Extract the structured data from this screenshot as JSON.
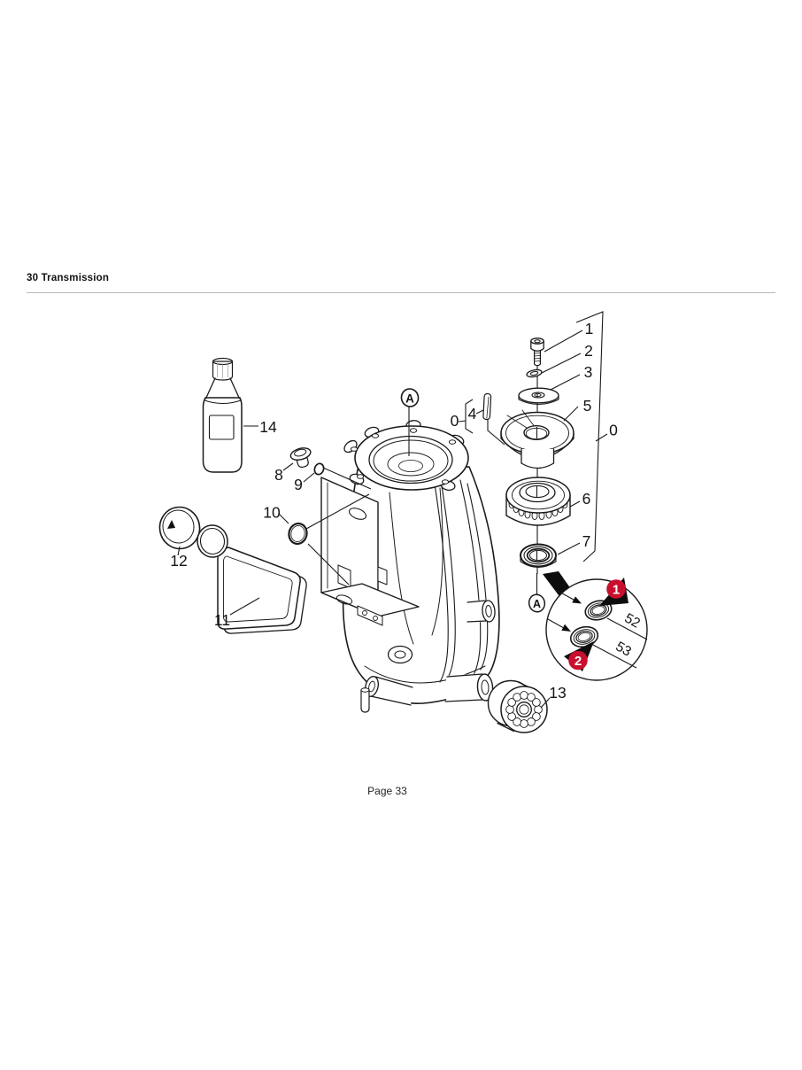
{
  "header": {
    "title": "30 Transmission"
  },
  "footer": {
    "page_label": "Page 33"
  },
  "diagram": {
    "callouts": {
      "c0": "0",
      "c1": "1",
      "c2": "2",
      "c3": "3",
      "c4": "4",
      "c5": "5",
      "c6": "6",
      "c7": "7",
      "c8": "8",
      "c9": "9",
      "c10": "10",
      "c11": "11",
      "c12": "12",
      "c13": "13",
      "c14": "14",
      "key_zero": "0"
    },
    "views": {
      "a_top": "A",
      "a_bottom": "A"
    },
    "detail": {
      "badge1": "1",
      "badge2": "2",
      "ref52": "52",
      "ref53": "53"
    },
    "colors": {
      "badge_red": "#c8102e",
      "line": "#1a1a1a",
      "shade": "#d6d6d6"
    },
    "parts": {
      "0": "shaft-assembly-group",
      "1": "socket-head-bolt",
      "2": "lock-washer",
      "3": "washer-disc",
      "4": "shaft-key",
      "5": "pulley-hub",
      "6": "tapered-roller-bearing",
      "7": "radial-shaft-seal",
      "8": "screw-plug",
      "9": "o-ring-small",
      "10": "o-ring-large",
      "11": "transmission-cover",
      "12": "filler-cap",
      "13": "needle-bearing",
      "14": "oil-bottle",
      "52": "seal-variant-a",
      "53": "seal-variant-b"
    }
  }
}
